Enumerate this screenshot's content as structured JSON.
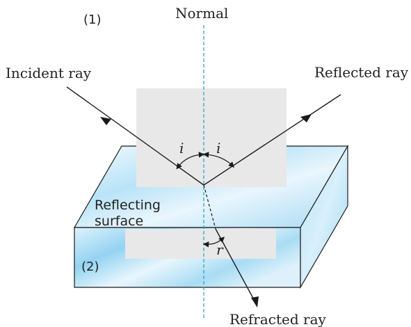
{
  "labels": {
    "medium_1": "(1)",
    "normal": "Normal",
    "incident_ray": "Incident ray",
    "reflected_ray": "Reflected ray",
    "angle_incidence": "i",
    "angle_reflection": "i",
    "reflecting_line1": "Reflecting",
    "reflecting_line2": "surface",
    "angle_refraction": "r",
    "medium_2": "(2)",
    "refracted_ray": "Refracted ray"
  },
  "colors": {
    "slab_top_light": "#e6f5fd",
    "slab_top_blue": "#9fd8f3",
    "slab_front_light": "#eaf7fd",
    "slab_front_blue": "#8fd2f2",
    "slab_side": "#a9dcf4",
    "label_panel": "#e8e8e8",
    "normal_line": "#2ea3cc",
    "rays": "#1a1a1a"
  }
}
